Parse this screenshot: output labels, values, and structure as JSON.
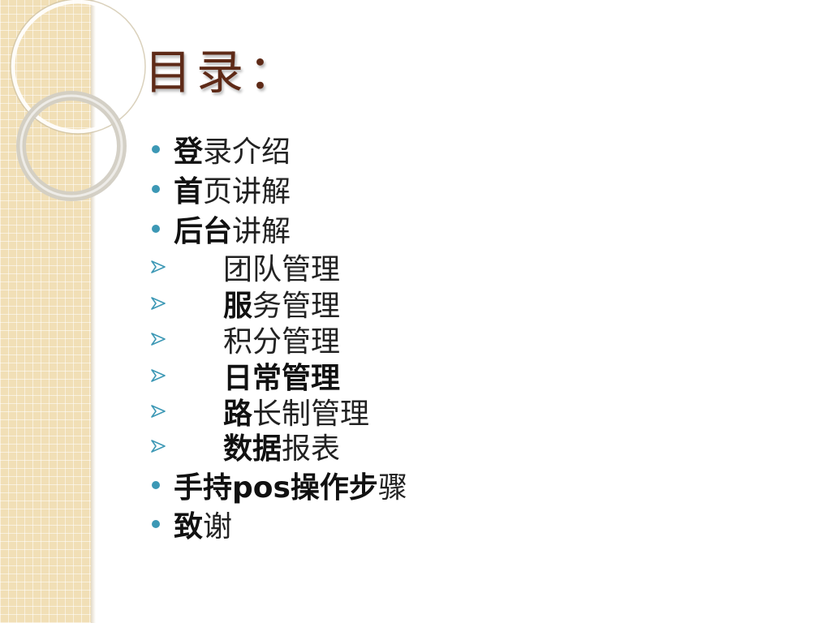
{
  "slide": {
    "title": "目录：",
    "items": [
      {
        "level": 1,
        "bold": "登",
        "light": "录介绍"
      },
      {
        "level": 1,
        "bold": "首",
        "light": "页讲解"
      },
      {
        "level": 1,
        "bold": "后台",
        "light": "讲解"
      },
      {
        "level": 2,
        "bold": "",
        "light": "团队管理"
      },
      {
        "level": 2,
        "bold": "服",
        "light": "务管理"
      },
      {
        "level": 2,
        "bold": "",
        "light": "积分管理"
      },
      {
        "level": 2,
        "bold": "日常管理",
        "light": ""
      },
      {
        "level": 2,
        "bold": "路",
        "light": "长制管理"
      },
      {
        "level": 2,
        "bold": "数据",
        "light": "报表"
      },
      {
        "level": 1,
        "bold": "手持pos操作步",
        "light": "骤"
      },
      {
        "level": 1,
        "bold": "致",
        "light": "谢"
      }
    ]
  },
  "colors": {
    "title": "#5e2a17",
    "bullet_dot": "#3c98b5",
    "arrow": "#3c98b5",
    "side_strip": "#f1dfb6"
  },
  "icons": {
    "level1_marker": "round-bullet-icon",
    "level2_marker": "arrow-bullet-icon"
  }
}
